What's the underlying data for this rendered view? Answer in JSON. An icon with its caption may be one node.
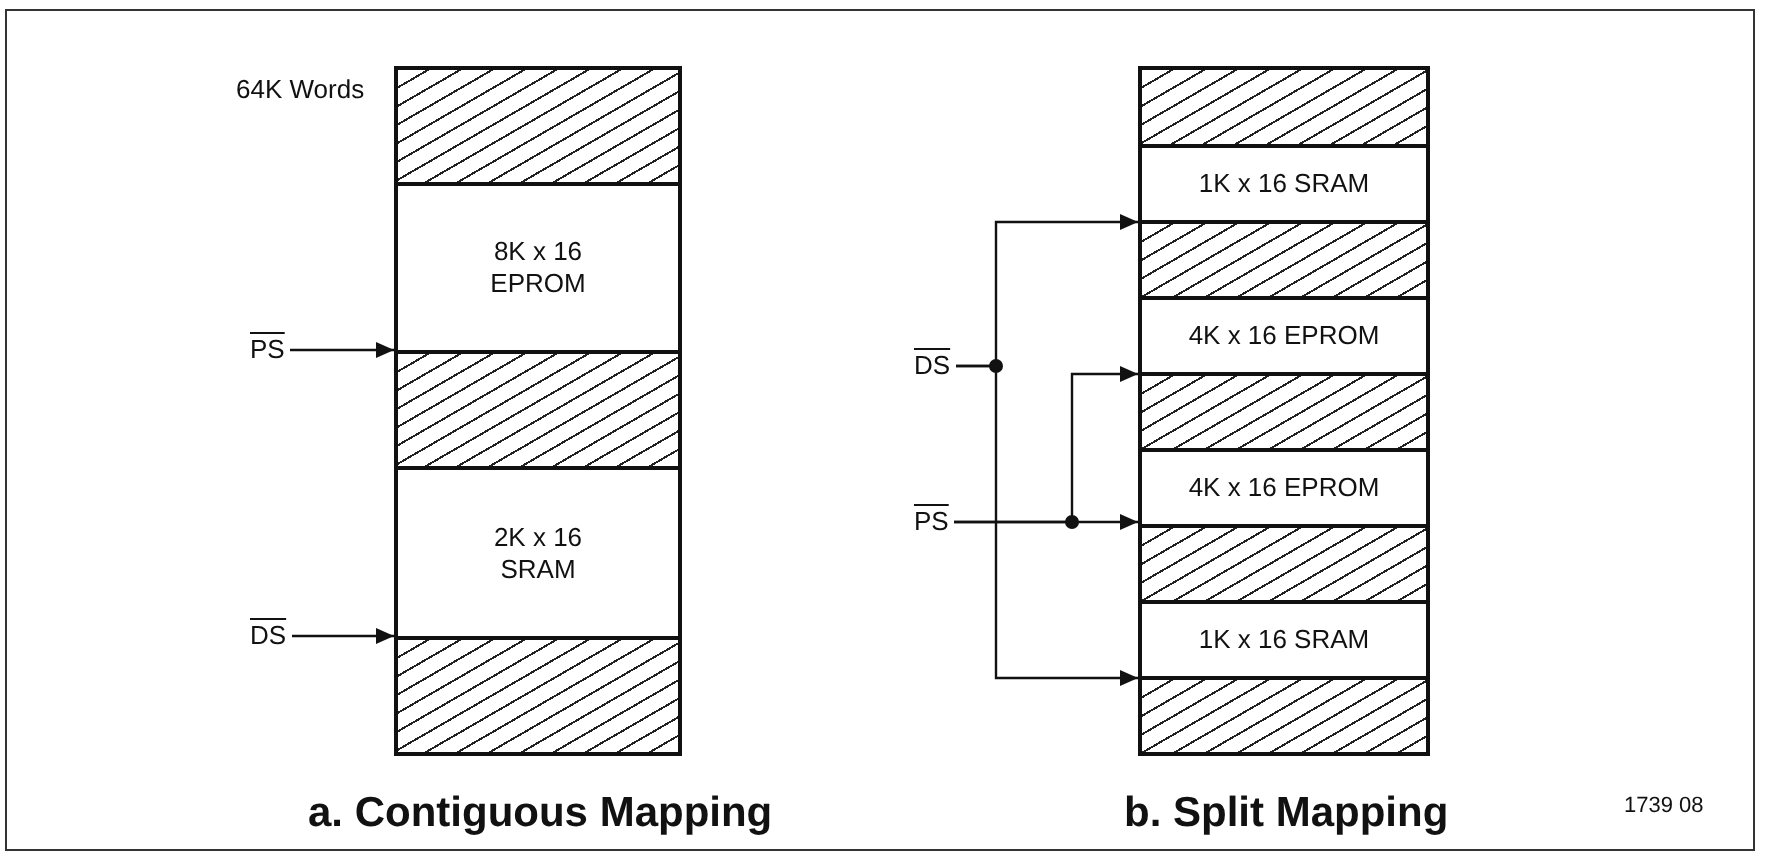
{
  "diagram": {
    "nodes": [
      {
        "text": [],
        "shape": "box"
      },
      {
        "text": [
          "8K x 16 EPROM"
        ]
      },
      {
        "text": [],
        "shape": "box"
      },
      {
        "text": [
          "2K x 16 SRAM"
        ]
      },
      {
        "text": [],
        "shape": "box"
      },
      {
        "text": [
          "PS"
        ]
      },
      {
        "text": [
          "DS"
        ]
      },
      {
        "text": [],
        "shape": "box"
      },
      {
        "text": [
          "1K x 16 SRAM"
        ]
      },
      {
        "text": [],
        "shape": "box"
      },
      {
        "text": [
          "4K x 16 EPROM"
        ]
      },
      {
        "text": [],
        "shape": "box"
      },
      {
        "text": [
          "4K x 16 EPROM"
        ]
      },
      {
        "text": [],
        "shape": "box"
      },
      {
        "text": [
          "1K x 16 SRAM"
        ]
      },
      {
        "text": [],
        "shape": "box"
      },
      {
        "text": [
          "DS"
        ]
      },
      {
        "text": [
          "PS"
        ]
      }
    ],
    "edges": [
      {
        "from": 5,
        "to": 1,
        "arrow": "to"
      },
      {
        "from": 6,
        "to": 3,
        "arrow": "to"
      },
      {
        "from": 16,
        "to": 8,
        "arrow": "to"
      },
      {
        "from": 16,
        "to": 14,
        "arrow": "to"
      },
      {
        "from": 17,
        "to": 10,
        "arrow": "to"
      },
      {
        "from": 17,
        "to": 12,
        "arrow": "to"
      }
    ],
    "labels": [
      "64K Words",
      "a. Contiguous Mapping",
      "b. Split Mapping",
      "1739 08"
    ]
  }
}
